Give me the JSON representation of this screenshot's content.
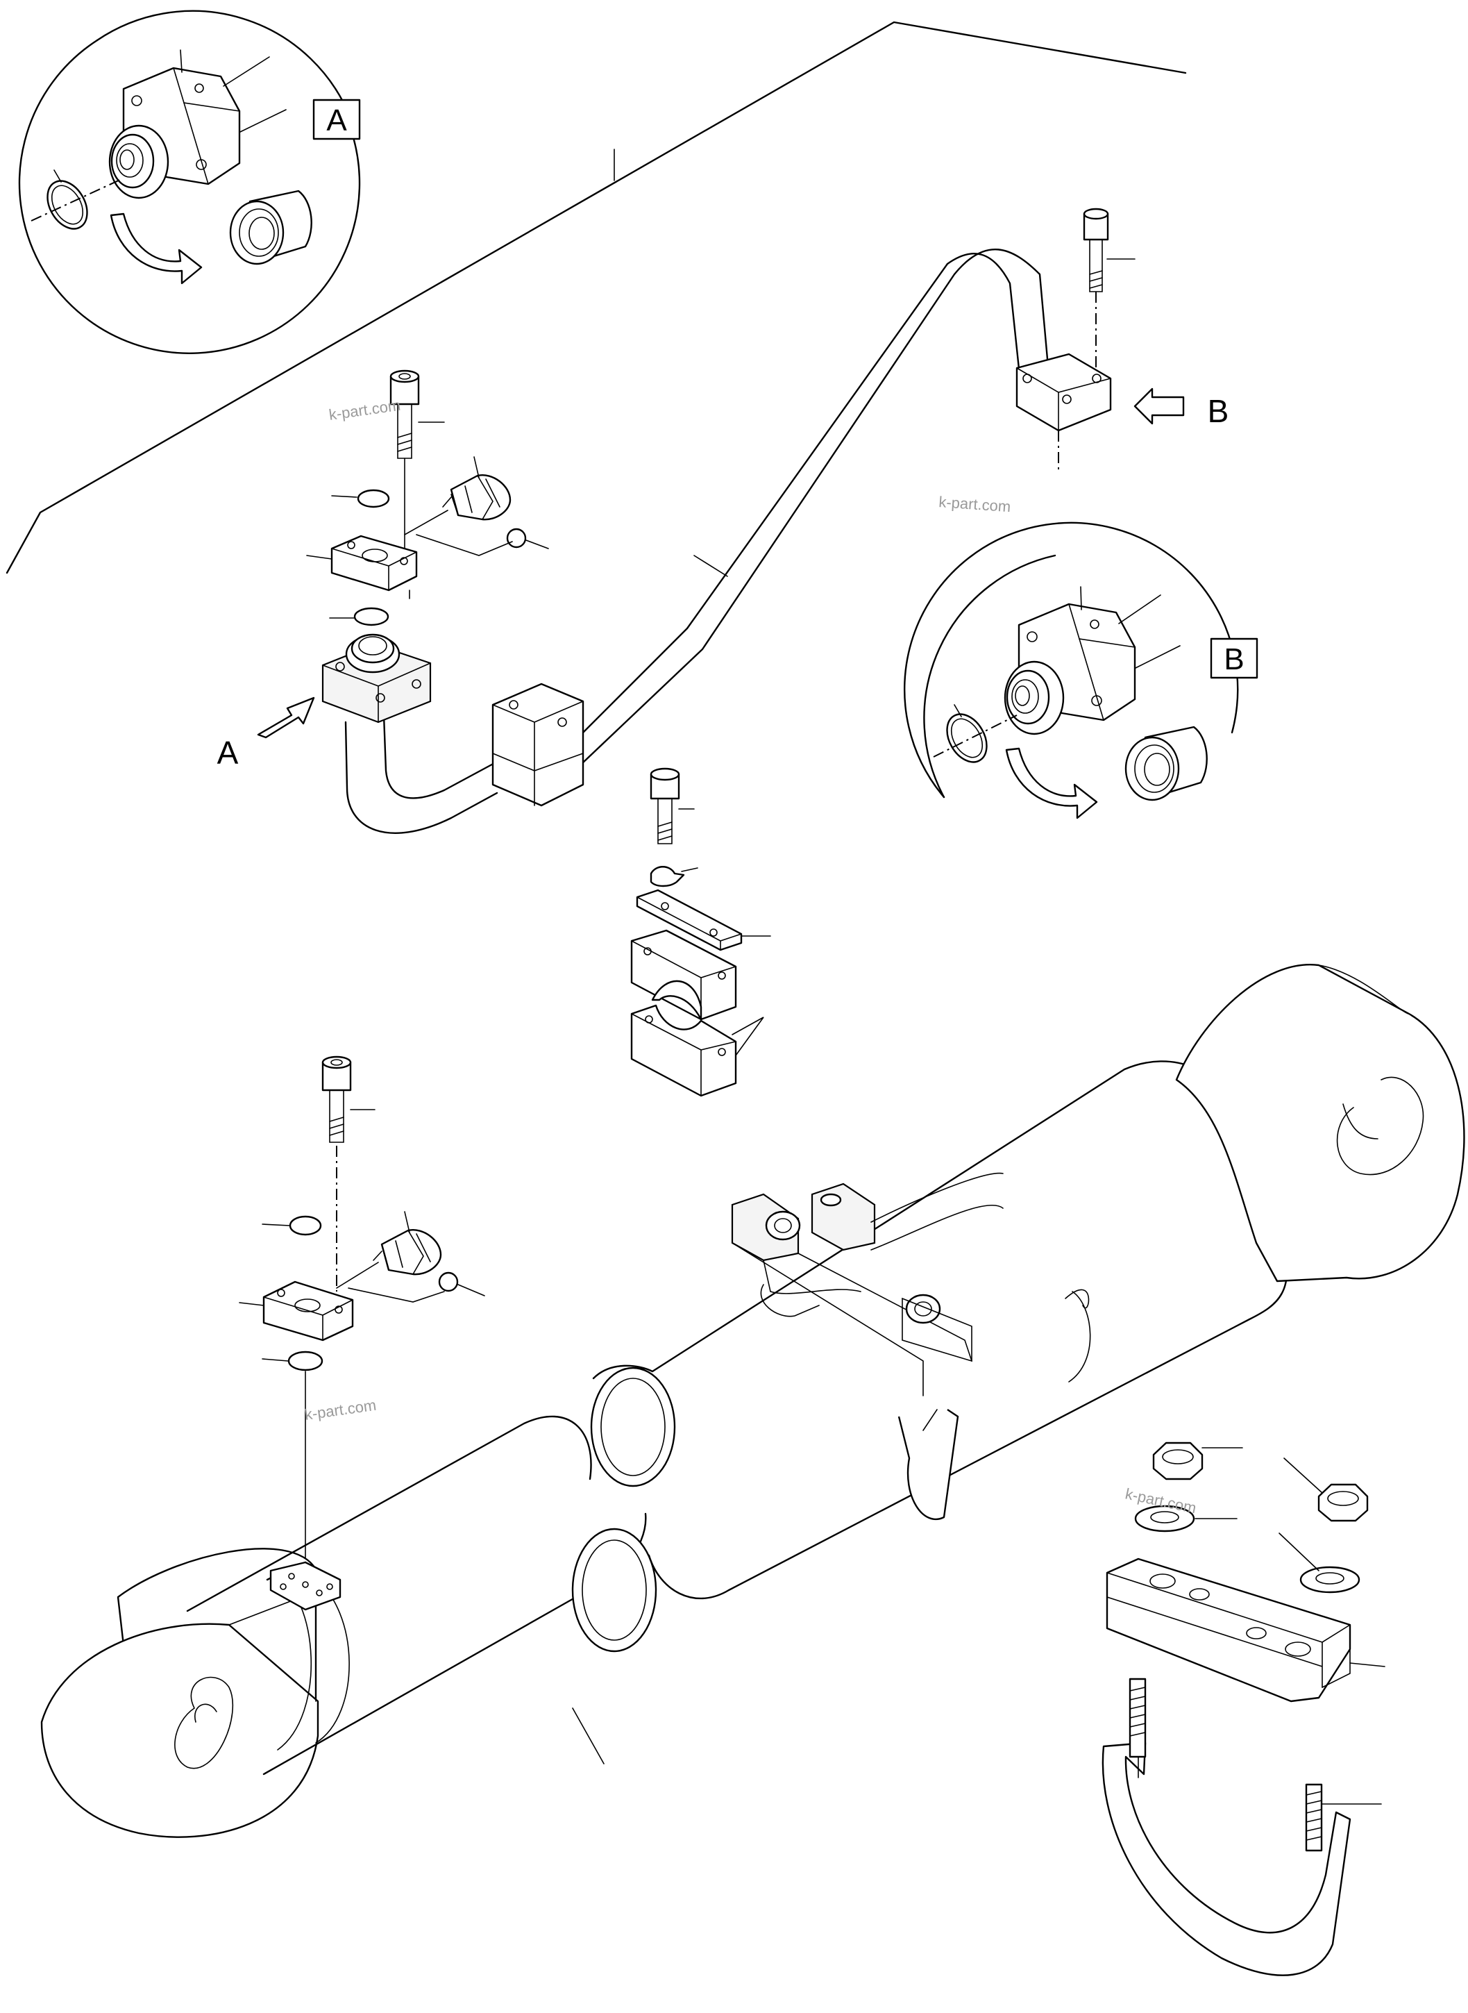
{
  "diagram": {
    "labels": {
      "a_box": "A",
      "b_box": "B",
      "a_arrow": "A",
      "b_arrow": "B"
    },
    "watermark": "k-part.com"
  }
}
